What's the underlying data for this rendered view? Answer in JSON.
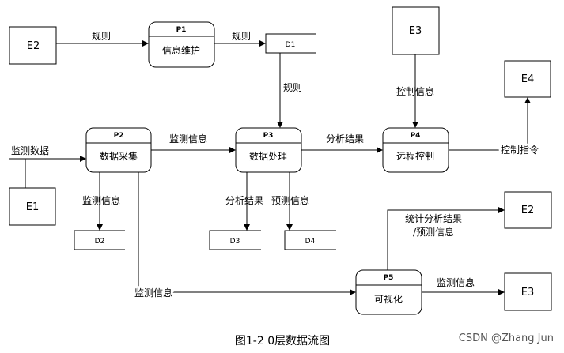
{
  "entities": {
    "e2_top": "E2",
    "e3_top": "E3",
    "e4": "E4",
    "e1": "E1",
    "e2_right": "E2",
    "e3_right": "E3"
  },
  "processes": {
    "p1": {
      "id": "P1",
      "name": "信息维护"
    },
    "p2": {
      "id": "P2",
      "name": "数据采集"
    },
    "p3": {
      "id": "P3",
      "name": "数据处理"
    },
    "p4": {
      "id": "P4",
      "name": "远程控制"
    },
    "p5": {
      "id": "P5",
      "name": "可视化"
    }
  },
  "stores": {
    "d1": "D1",
    "d2": "D2",
    "d3": "D3",
    "d4": "D4"
  },
  "flows": {
    "e2_p1": "规则",
    "p1_d1": "规则",
    "d1_p3": "规则",
    "e3_p4": "控制信息",
    "e1_p2": "监测数据",
    "p2_p3": "监测信息",
    "p3_p4": "分析结果",
    "p4_e4": "控制指令",
    "p2_d2": "监测信息",
    "p3_d3": "分析结果",
    "p3_d4": "预测信息",
    "p5_e2_line1": "统计分析结果",
    "p5_e2_line2": "/预测信息",
    "p2_p5": "监测信息",
    "p5_e3": "监测信息"
  },
  "caption": "图1-2 0层数据流图",
  "watermark": "CSDN @Zhang  Jun"
}
